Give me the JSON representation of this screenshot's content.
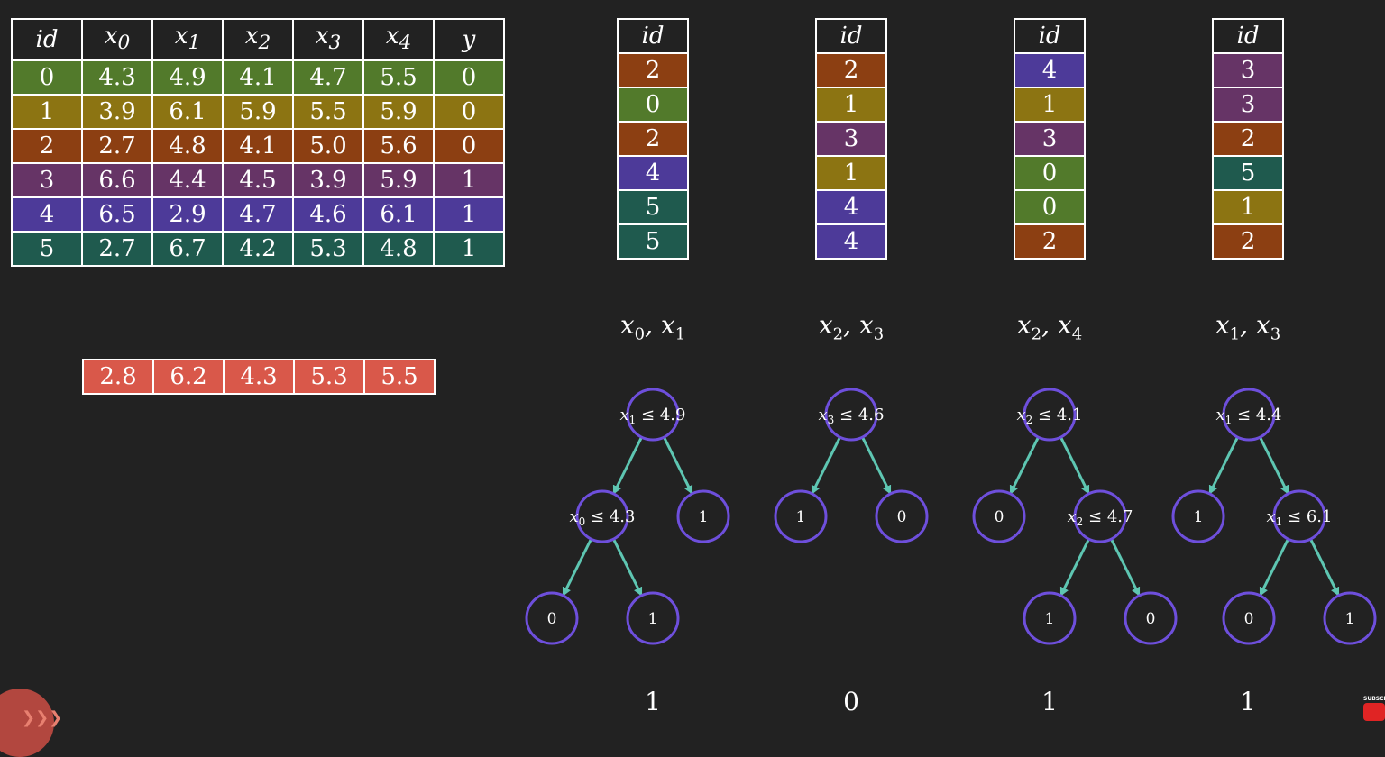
{
  "colors": {
    "row0": "#527a2b",
    "row1": "#8c7412",
    "row2": "#8c3f12",
    "row3": "#663466",
    "row4": "#4d3a99",
    "row5": "#1f5a4e",
    "query": "#d9584a",
    "node_stroke": "#6e4fdc",
    "edge": "#5ec6b2"
  },
  "main_table": {
    "headers": [
      "id",
      "x0",
      "x1",
      "x2",
      "x3",
      "x4",
      "y"
    ],
    "rows": [
      [
        "0",
        "4.3",
        "4.9",
        "4.1",
        "4.7",
        "5.5",
        "0"
      ],
      [
        "1",
        "3.9",
        "6.1",
        "5.9",
        "5.5",
        "5.9",
        "0"
      ],
      [
        "2",
        "2.7",
        "4.8",
        "4.1",
        "5.0",
        "5.6",
        "0"
      ],
      [
        "3",
        "6.6",
        "4.4",
        "4.5",
        "3.9",
        "5.9",
        "1"
      ],
      [
        "4",
        "6.5",
        "2.9",
        "4.7",
        "4.6",
        "6.1",
        "1"
      ],
      [
        "5",
        "2.7",
        "6.7",
        "4.2",
        "5.3",
        "4.8",
        "1"
      ]
    ]
  },
  "query_row": [
    "2.8",
    "6.2",
    "4.3",
    "5.3",
    "5.5"
  ],
  "samples": [
    {
      "header": "id",
      "ids": [
        "2",
        "0",
        "2",
        "4",
        "5",
        "5"
      ],
      "features": "x0, x1",
      "prediction": "1"
    },
    {
      "header": "id",
      "ids": [
        "2",
        "1",
        "3",
        "1",
        "4",
        "4"
      ],
      "features": "x2, x3",
      "prediction": "0"
    },
    {
      "header": "id",
      "ids": [
        "4",
        "1",
        "3",
        "0",
        "0",
        "2"
      ],
      "features": "x2, x4",
      "prediction": "1"
    },
    {
      "header": "id",
      "ids": [
        "3",
        "3",
        "2",
        "5",
        "1",
        "2"
      ],
      "features": "x1, x3",
      "prediction": "1"
    }
  ],
  "trees": [
    {
      "root": "x1 ≤ 4.9",
      "left_split": "x0 ≤ 4.3",
      "right_leaf": "1",
      "left_left_leaf": "0",
      "left_right_leaf": "1"
    },
    {
      "root": "x3 ≤ 4.6",
      "left_leaf": "1",
      "right_leaf": "0"
    },
    {
      "root": "x2 ≤ 4.1",
      "left_leaf": "0",
      "right_split": "x2 ≤ 4.7",
      "right_left_leaf": "1",
      "right_right_leaf": "0"
    },
    {
      "root": "x1 ≤ 4.4",
      "left_leaf": "1",
      "right_split": "x1 ≤ 6.1",
      "right_left_leaf": "0",
      "right_right_leaf": "1"
    }
  ],
  "subscribe_text": "SUBSCR"
}
